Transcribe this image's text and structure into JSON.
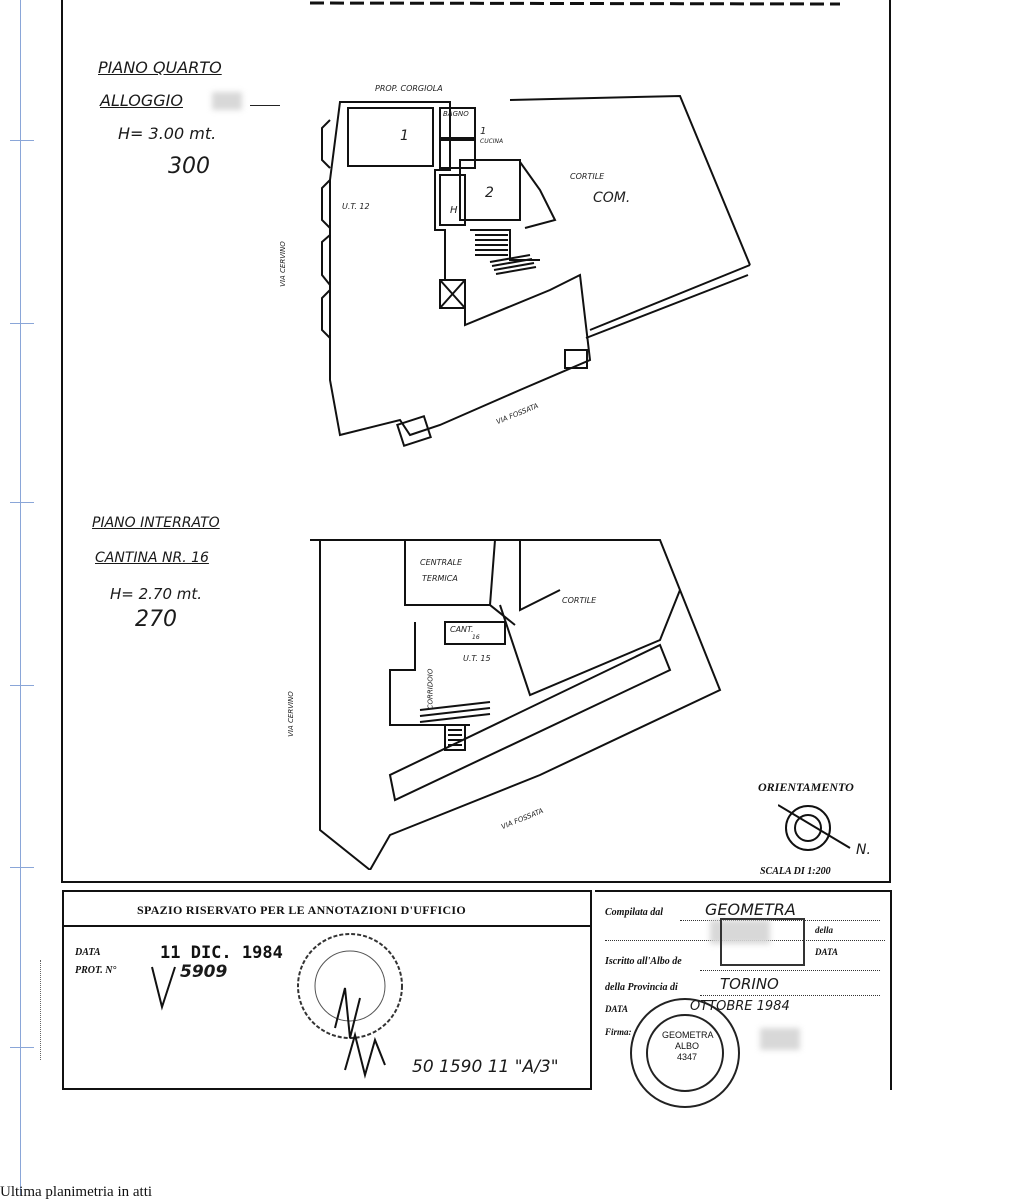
{
  "drawing": {
    "upper_block": {
      "floor_title": "PIANO QUARTO",
      "unit_title": "ALLOGGIO",
      "height_note": "H= 3.00 mt.",
      "height_value": "300"
    },
    "lower_block": {
      "floor_title": "PIANO INTERRATO",
      "unit_title": "CANTINA NR. 16",
      "height_note": "H= 2.70 mt.",
      "height_value": "270"
    },
    "upper_plan_labels": {
      "prop": "PROP. CORGIOLA",
      "bagno": "BAGNO",
      "room1": "1",
      "room1b": "1",
      "cucina": "CUCINA",
      "room2": "2",
      "room_h": "H",
      "cortile": "CORTILE",
      "com": "COM.",
      "unit12": "U.T. 12",
      "via_cervino": "VIA CERVINO",
      "via_fossata": "VIA FOSSATA"
    },
    "lower_plan_labels": {
      "centrale": "CENTRALE",
      "termica": "TERMICA",
      "cortile": "CORTILE",
      "cantina": "CANT.",
      "cantina_nr": "16",
      "unit15": "U.T. 15",
      "corridoio": "CORRIDOIO",
      "via_cervino": "VIA CERVINO",
      "via_fossata": "VIA FOSSATA"
    },
    "orientation_label": "ORIENTAMENTO",
    "north_mark": "N.",
    "scale_label": "SCALA DI 1:200"
  },
  "office_box": {
    "heading": "SPAZIO RISERVATO PER LE ANNOTAZIONI D'UFFICIO",
    "data_label": "DATA",
    "prot_label": "PROT. N°",
    "date_value": "11 DIC. 1984",
    "prot_value": "5909",
    "ref_number": "50 1590 11 \"A/3\""
  },
  "compiler_box": {
    "compilata_label": "Compilata dal",
    "compilata_value": "GEOMETRA",
    "della_label": "della",
    "iscritto_label": "Iscritto all'Albo de",
    "data_label_right": "DATA",
    "provincia_label": "della Provincia di",
    "provincia_value": "TORINO",
    "data_label": "DATA",
    "data_value": "OTTOBRE 1984",
    "firma_label": "Firma:",
    "stamp_lines": [
      "GEOMETRA",
      "ALBO",
      "4347"
    ]
  },
  "caption": "Ultima planimetria in atti"
}
